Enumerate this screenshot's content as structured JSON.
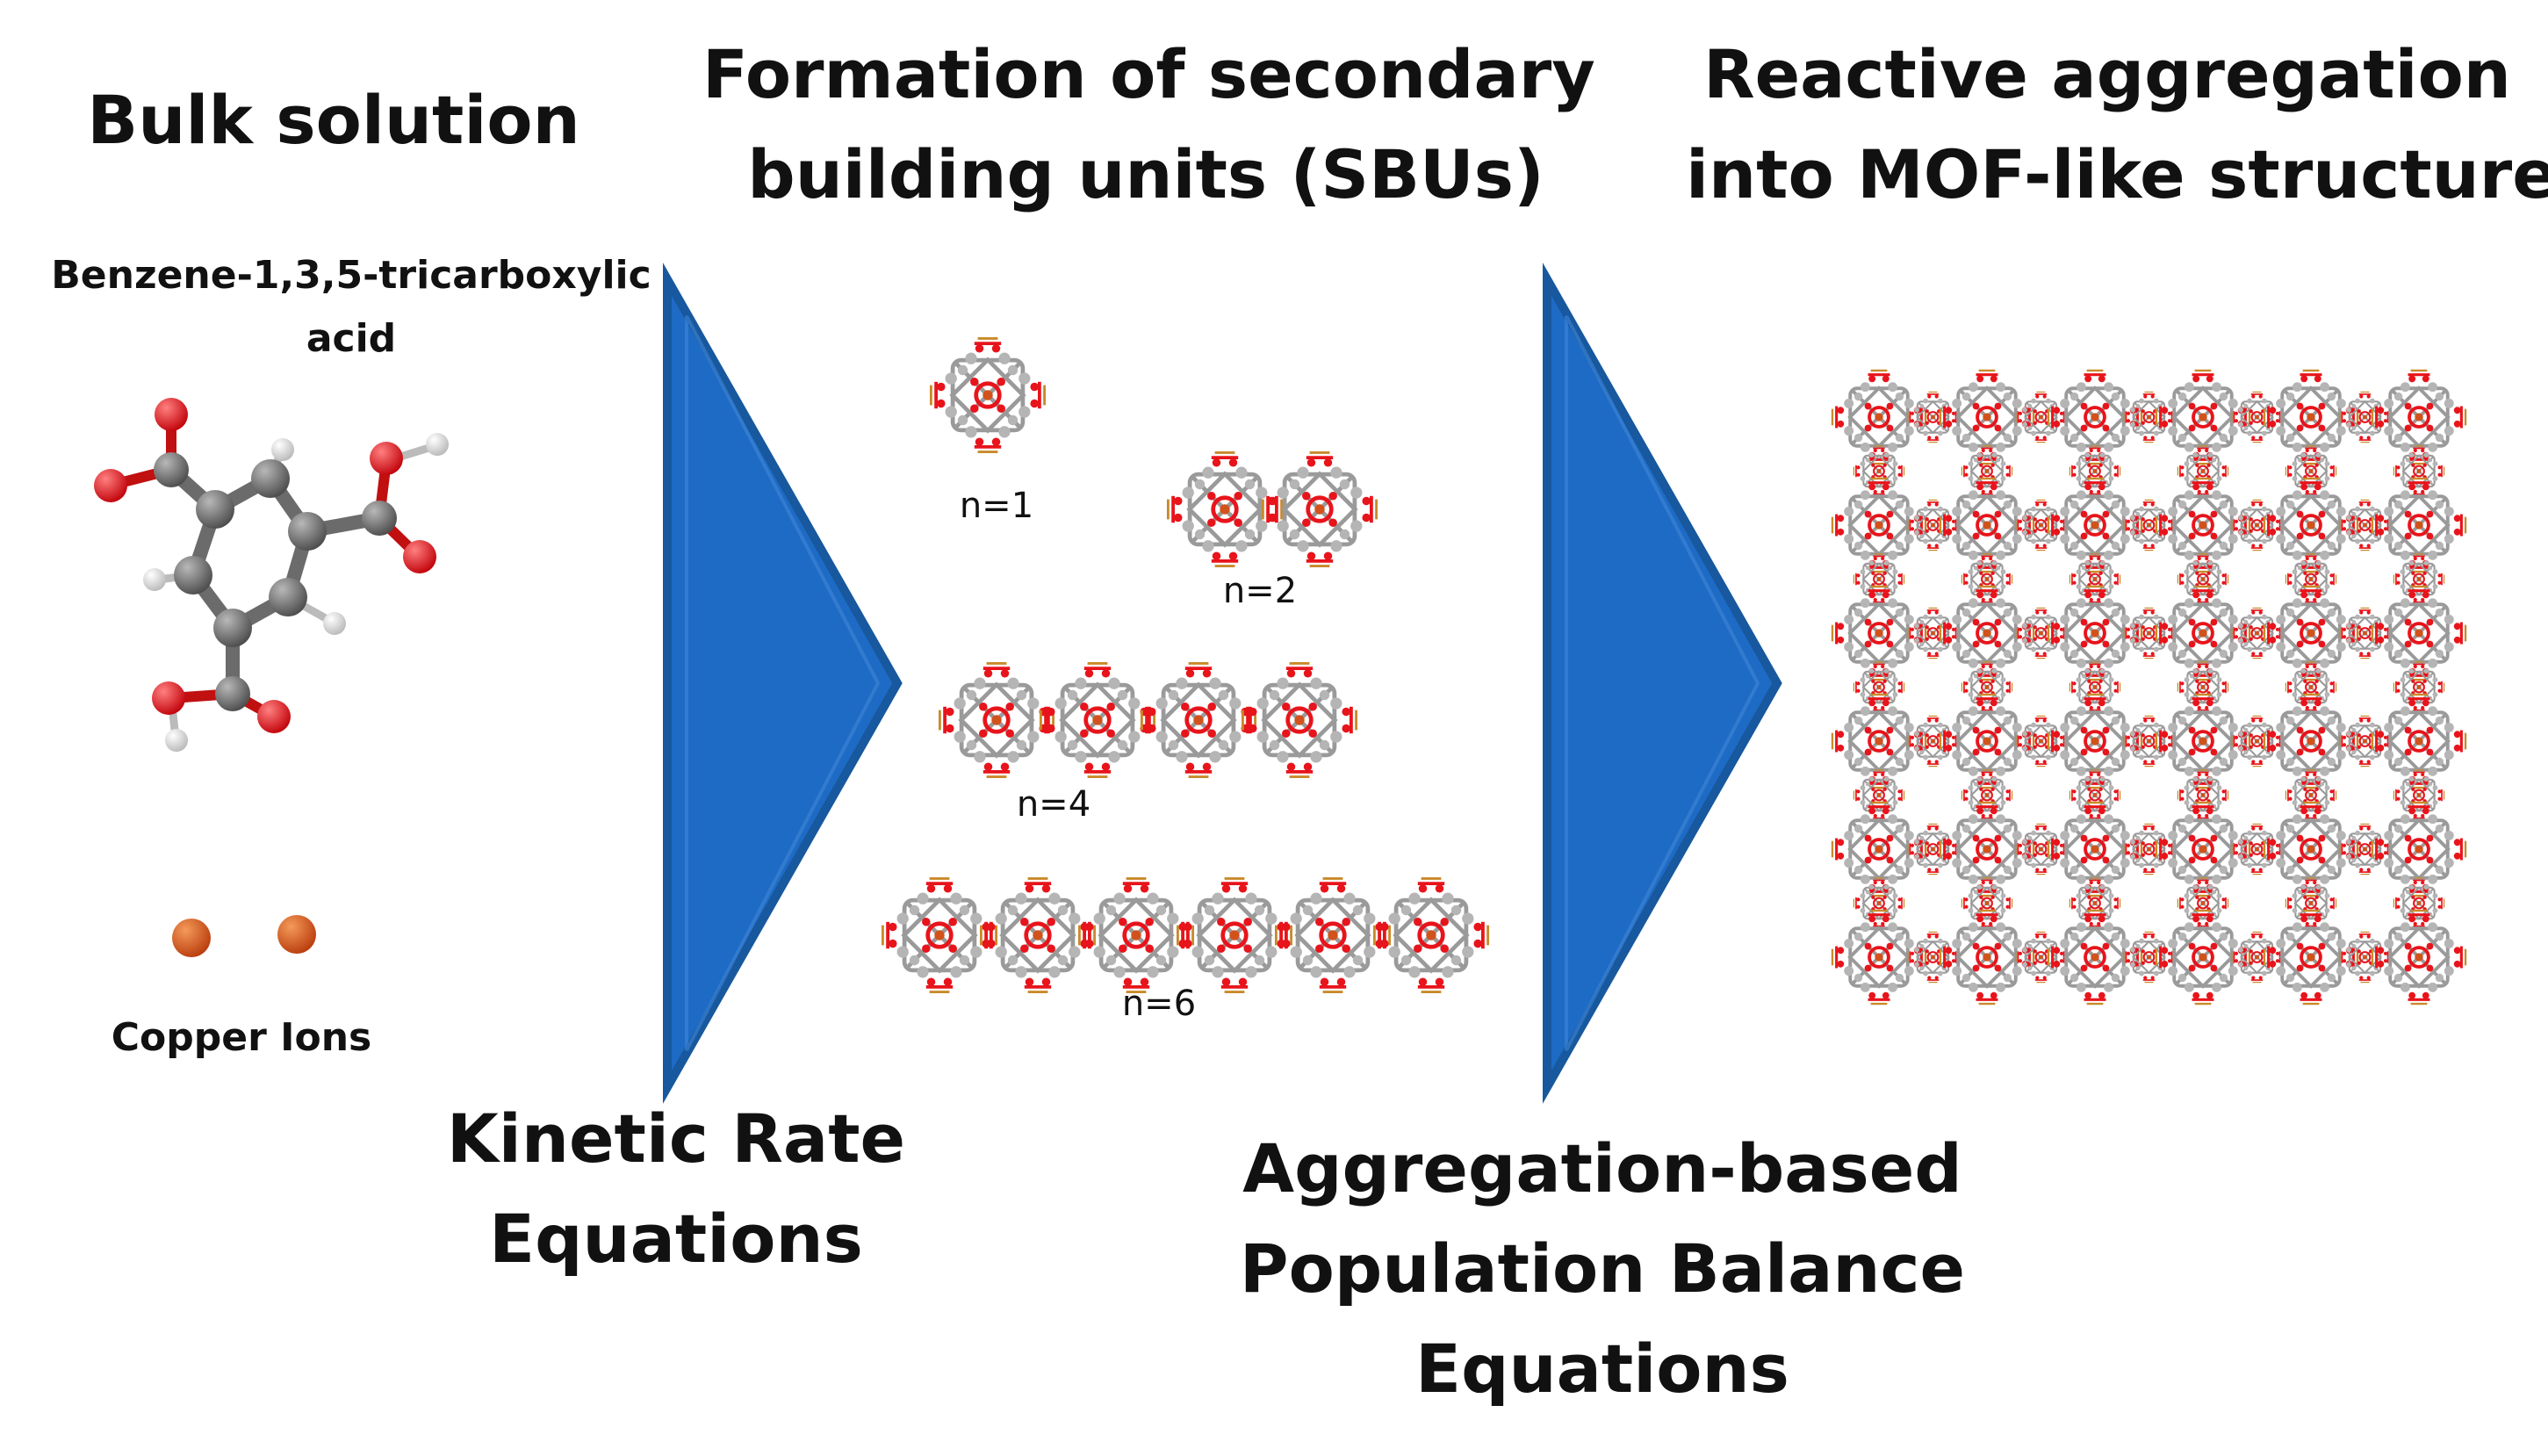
{
  "headings": {
    "bulk": "Bulk solution",
    "sbu_line1": "Formation of secondary",
    "sbu_line2": "building units (SBUs)",
    "mof_line1": "Reactive aggregation",
    "mof_line2": "into MOF-like structure"
  },
  "molecule": {
    "name_line1": "Benzene-1,3,5-tricarboxylic",
    "name_line2": "acid",
    "ions": "Copper Ions"
  },
  "oligomers": [
    {
      "label": "n=1",
      "count": 1
    },
    {
      "label": "n=2",
      "count": 2
    },
    {
      "label": "n=4",
      "count": 4
    },
    {
      "label": "n=6",
      "count": 6
    }
  ],
  "equations": {
    "kinetic_line1": "Kinetic Rate",
    "kinetic_line2": "Equations",
    "pbe_line1": "Aggregation-based",
    "pbe_line2": "Population Balance",
    "pbe_line3": "Equations"
  },
  "mof_grid": {
    "rows": 6,
    "cols": 6
  },
  "colors": {
    "arrow_fill": "#1E6BC6",
    "arrow_edge": "#17589E",
    "carbon": "#6B6B6B",
    "oxygen": "#E8141B",
    "hydrogen": "#E8E8E8",
    "copper": "#D2521C",
    "framework_gray": "#9A9A9A"
  }
}
